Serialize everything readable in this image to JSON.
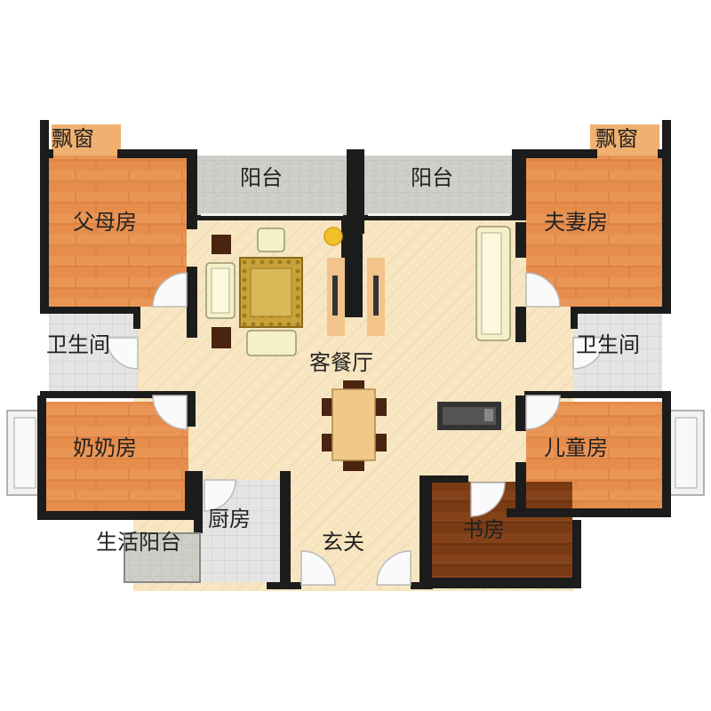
{
  "rooms": {
    "bay_window_left": "飘窗",
    "bay_window_right": "飘窗",
    "balcony_left": "阳台",
    "balcony_right": "阳台",
    "parents_room": "父母房",
    "master_room": "夫妻房",
    "bathroom_left": "卫生间",
    "bathroom_right": "卫生间",
    "living_dining": "客餐厅",
    "grandma_room": "奶奶房",
    "children_room": "儿童房",
    "kitchen": "厨房",
    "service_balcony": "生活阳台",
    "entrance": "玄关",
    "study": "书房"
  },
  "colors": {
    "wall": "#1c1c1c",
    "wood_floor": "#e58c4a",
    "dark_wood": "#7a3b14",
    "living_floor": "#f6e4bd",
    "tile": "#dcdcdc",
    "balcony_tile": "#cfcfc9",
    "window": "#eeeeee"
  }
}
